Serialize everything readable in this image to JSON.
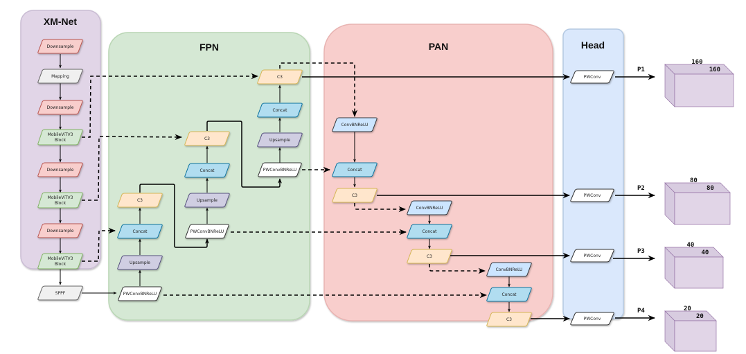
{
  "groups": {
    "backbone": {
      "title": "XM-Net",
      "fill": "#e1d5e7",
      "stroke": "#c9bcd3"
    },
    "fpn": {
      "title": "FPN",
      "fill": "#d5e8d4",
      "stroke": "#b9d6b4"
    },
    "pan": {
      "title": "PAN",
      "fill": "#f8cecc",
      "stroke": "#e8b3b1"
    },
    "head": {
      "title": "Head",
      "fill": "#dae8fc",
      "stroke": "#b4c9e2"
    }
  },
  "node_styles": {
    "downsample": {
      "fill": "#f8cecc",
      "stroke": "#b85450"
    },
    "gray": {
      "fill": "#f0f0f0",
      "stroke": "#666666"
    },
    "green": {
      "fill": "#d5e8d4",
      "stroke": "#82b366"
    },
    "c3": {
      "fill": "#ffe6cc",
      "stroke": "#d6b656"
    },
    "concat": {
      "fill": "#b1ddf0",
      "stroke": "#10739e"
    },
    "upsample": {
      "fill": "#d0cee2",
      "stroke": "#56517e"
    },
    "white": {
      "fill": "#ffffff",
      "stroke": "#333333"
    },
    "convbn": {
      "fill": "#cce5ff",
      "stroke": "#36393d"
    }
  },
  "nodes": {
    "bb_down1": {
      "label": "Downsample",
      "style": "downsample"
    },
    "bb_mapping": {
      "label": "Mapping",
      "style": "gray"
    },
    "bb_down2": {
      "label": "Downsample",
      "style": "downsample"
    },
    "bb_mvit1": {
      "label": "MobileViTV3\nBlock",
      "style": "green"
    },
    "bb_down3": {
      "label": "Downsample",
      "style": "downsample"
    },
    "bb_mvit2": {
      "label": "MobileViTV3\nBlock",
      "style": "green"
    },
    "bb_down4": {
      "label": "Downsample",
      "style": "downsample"
    },
    "bb_mvit3": {
      "label": "MobileViTV3\nBlock",
      "style": "green"
    },
    "sppf": {
      "label": "SPPF",
      "style": "gray"
    },
    "fpn_pw1": {
      "label": "PWConvBNReLU",
      "style": "white"
    },
    "fpn_up1": {
      "label": "Upsample",
      "style": "upsample"
    },
    "fpn_cat1": {
      "label": "Concat",
      "style": "concat"
    },
    "fpn_c3_1": {
      "label": "C3",
      "style": "c3"
    },
    "fpn_pw2": {
      "label": "PWConvBNReLU",
      "style": "white"
    },
    "fpn_up2": {
      "label": "Upsample",
      "style": "upsample"
    },
    "fpn_cat2": {
      "label": "Concat",
      "style": "concat"
    },
    "fpn_c3_2": {
      "label": "C3",
      "style": "c3"
    },
    "fpn_pw3": {
      "label": "PWConvBNReLU",
      "style": "white"
    },
    "fpn_up3": {
      "label": "Upsample",
      "style": "upsample"
    },
    "fpn_cat3": {
      "label": "Concat",
      "style": "concat"
    },
    "fpn_c3_3": {
      "label": "C3",
      "style": "c3"
    },
    "pan_conv1": {
      "label": "ConvBNReLU",
      "style": "convbn"
    },
    "pan_cat1": {
      "label": "Concat",
      "style": "concat"
    },
    "pan_c3_1": {
      "label": "C3",
      "style": "c3"
    },
    "pan_conv2": {
      "label": "ConvBNReLU",
      "style": "convbn"
    },
    "pan_cat2": {
      "label": "Concat",
      "style": "concat"
    },
    "pan_c3_2": {
      "label": "C3",
      "style": "c3"
    },
    "pan_conv3": {
      "label": "ConvBNReLU",
      "style": "convbn"
    },
    "pan_cat3": {
      "label": "Concat",
      "style": "concat"
    },
    "pan_c3_3": {
      "label": "C3",
      "style": "c3"
    },
    "head_pw1": {
      "label": "PWConv",
      "style": "white"
    },
    "head_pw2": {
      "label": "PWConv",
      "style": "white"
    },
    "head_pw3": {
      "label": "PWConv",
      "style": "white"
    },
    "head_pw4": {
      "label": "PWConv",
      "style": "white"
    }
  },
  "outputs": [
    {
      "name": "P1",
      "dim_a": "160",
      "dim_b": "160"
    },
    {
      "name": "P2",
      "dim_a": "80",
      "dim_b": "80"
    },
    {
      "name": "P3",
      "dim_a": "40",
      "dim_b": "40"
    },
    {
      "name": "P4",
      "dim_a": "20",
      "dim_b": "20"
    }
  ],
  "cube_color": {
    "fill": "#e1d5e7",
    "stroke": "#9673a6"
  },
  "edge_color": "#000000"
}
